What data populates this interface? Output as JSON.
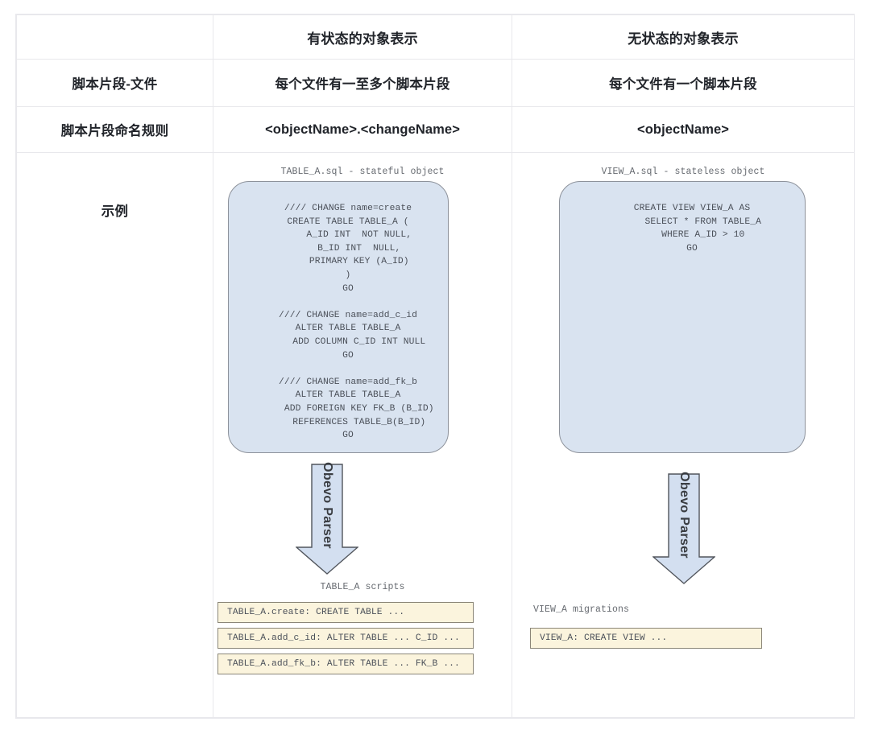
{
  "table": {
    "columns": [
      "",
      "有状态的对象表示",
      "无状态的对象表示"
    ],
    "rows": [
      {
        "label": "脚本片段-文件",
        "stateful": "每个文件有一至多个脚本片段",
        "stateless": "每个文件有一个脚本片段"
      },
      {
        "label": "脚本片段命名规则",
        "stateful": "<objectName>.<changeName>",
        "stateless": "<objectName>"
      },
      {
        "label": "示例"
      }
    ]
  },
  "stateful_example": {
    "file_caption": "TABLE_A.sql - stateful object",
    "code": "//// CHANGE name=create\nCREATE TABLE TABLE_A (\n    A_ID INT  NOT NULL,\n    B_ID INT  NULL,\n    PRIMARY KEY (A_ID)\n)\nGO\n\n//// CHANGE name=add_c_id\nALTER TABLE TABLE_A\n    ADD COLUMN C_ID INT NULL\nGO\n\n//// CHANGE name=add_fk_b\nALTER TABLE TABLE_A\n    ADD FOREIGN KEY FK_B (B_ID)\n    REFERENCES TABLE_B(B_ID)\nGO",
    "arrow_label": "Obevo Parser",
    "output_caption": "TABLE_A scripts",
    "scripts": [
      "TABLE_A.create: CREATE TABLE ...",
      "TABLE_A.add_c_id: ALTER TABLE ... C_ID ...",
      "TABLE_A.add_fk_b: ALTER TABLE ... FK_B ..."
    ]
  },
  "stateless_example": {
    "file_caption": "VIEW_A.sql - stateless object",
    "code": "CREATE VIEW VIEW_A AS\n    SELECT * FROM TABLE_A\n    WHERE A_ID > 10\nGO",
    "arrow_label": "Obevo Parser",
    "output_caption": "VIEW_A migrations",
    "scripts": [
      "VIEW_A: CREATE VIEW ..."
    ]
  },
  "colors": {
    "code_fill": "#d9e3f0",
    "code_border": "#8d929b",
    "chip_fill": "#fbf4dd",
    "chip_border": "#8b8678",
    "table_border": "#e8e8ec",
    "text": "#21242a",
    "mono_text": "#4b5059"
  }
}
